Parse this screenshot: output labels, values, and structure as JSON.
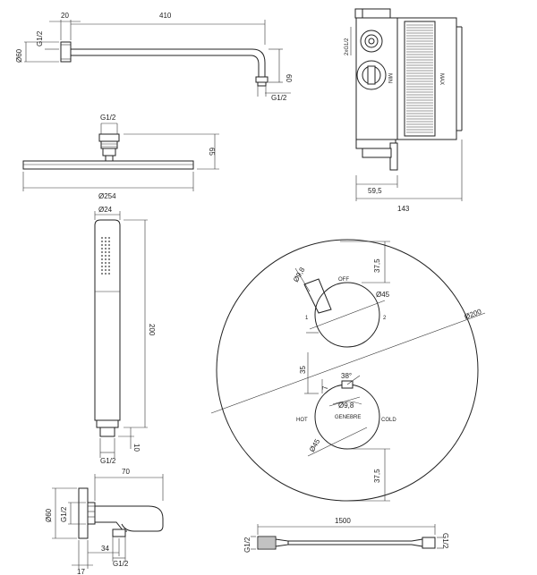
{
  "arm": {
    "width_dim": "20",
    "length_dim": "410",
    "thread_left": "G1/2",
    "diameter": "Ø60",
    "drop": "60",
    "thread_bottom": "G1/2"
  },
  "valve_body": {
    "thread_label": "2xG1/2",
    "min_label": "MIN",
    "max_label": "MAX",
    "depth_dim": "59,5",
    "total_dim": "143"
  },
  "head": {
    "thread": "G1/2",
    "height_dim": "65",
    "diameter": "Ø254"
  },
  "hand_shower": {
    "diameter": "Ø24",
    "length_dim": "200",
    "bottom_dim": "10",
    "thread": "G1/2"
  },
  "plate": {
    "offset_top": "37,5",
    "small_dia_top": "Ø9,8",
    "off_label": "OFF",
    "knob_dia_top": "Ø45",
    "pos_1": "1",
    "pos_2": "2",
    "plate_dia": "Ø200",
    "spacing": "35",
    "offset_small": "7",
    "angle": "38°",
    "small_dia_bottom": "Ø9,8",
    "hot_label": "HOT",
    "cold_label": "COLD",
    "brand": "GENEBRE",
    "knob_dia_bottom": "Ø45",
    "offset_bottom": "37,5"
  },
  "elbow": {
    "length_dim": "70",
    "diameter": "Ø60",
    "thread_side": "G1/2",
    "offset_dim": "34",
    "thread_bottom": "G1/2",
    "base_dim": "17"
  },
  "hose": {
    "length_dim": "1500",
    "thread_left": "G1/2",
    "thread_right": "G1/2"
  }
}
